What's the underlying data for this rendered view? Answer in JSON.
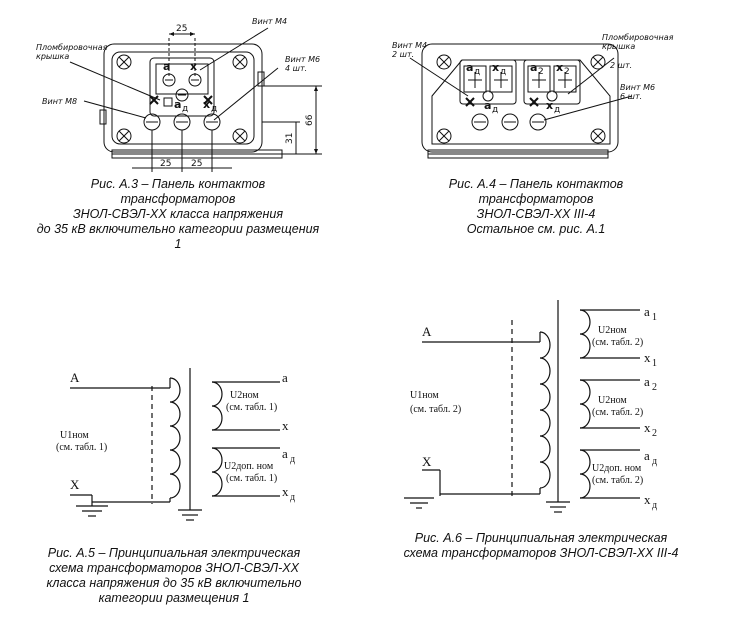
{
  "fig_a3": {
    "labels": {
      "plomb": [
        "Пломбировочная",
        "крышка"
      ],
      "screw_m4": "Винт М4",
      "screw_m6": [
        "Винт М6",
        "4 шт."
      ],
      "screw_m8": "Винт М8"
    },
    "dims": {
      "top": "25",
      "bottom_left": "25",
      "bottom_right": "25",
      "right_31": "31",
      "right_66": "66"
    },
    "terminals": {
      "a": "а",
      "x": "х",
      "aa": "а",
      "aa_sub": "д",
      "xa": "х",
      "xa_sub": "д"
    },
    "caption": [
      "Рис. А.3 – Панель контактов",
      "трансформаторов",
      "ЗНОЛ-СВЭЛ-XX класса напряжения",
      "до 35 кВ включительно категории размещения",
      "1"
    ]
  },
  "fig_a4": {
    "labels": {
      "screw_m4": [
        "Винт М4",
        "2 шт."
      ],
      "plomb": [
        "Пломбировочная",
        "крышка"
      ],
      "plomb_qty": "2 шт.",
      "screw_m6": [
        "Винт М6",
        "6 шт."
      ]
    },
    "terminals": {
      "a_d": "а",
      "a_d_sub": "д",
      "x_d": "х",
      "x_d_sub": "д",
      "a2": "а",
      "a2_sub": "2",
      "x2": "х",
      "x2_sub": "2",
      "a": "а",
      "a_sub": "д",
      "x": "х",
      "x_sub": "д"
    },
    "caption": [
      "Рис. А.4 – Панель контактов",
      "трансформаторов",
      "ЗНОЛ-СВЭЛ-XX III-4",
      "Остальное см. рис. А.1"
    ]
  },
  "fig_a5": {
    "primary": {
      "top": "A",
      "bottom": "X",
      "label": "U1ном",
      "ref": "(см. табл. 1)"
    },
    "secondary1": {
      "top": "a",
      "bottom": "x",
      "label": "U2ном",
      "ref": "(см. табл. 1)"
    },
    "secondary2": {
      "top": "a",
      "top_sub": "д",
      "bottom": "x",
      "bottom_sub": "д",
      "label": "U2доп. ном",
      "ref": "(см. табл. 1)"
    },
    "caption": [
      "Рис. А.5 – Принципиальная электрическая",
      "схема трансформаторов ЗНОЛ-СВЭЛ-XX",
      "класса напряжения до 35 кВ включительно",
      "категории размещения 1"
    ]
  },
  "fig_a6": {
    "primary": {
      "top": "A",
      "bottom": "X",
      "label": "U1ном",
      "ref": "(см. табл. 2)"
    },
    "secondary1": {
      "top": "a",
      "top_sub": "1",
      "bottom": "x",
      "bottom_sub": "1",
      "label": "U2ном",
      "ref": "(см. табл. 2)"
    },
    "secondary2": {
      "top": "a",
      "top_sub": "2",
      "bottom": "x",
      "bottom_sub": "2",
      "label": "U2ном",
      "ref": "(см. табл. 2)"
    },
    "secondary3": {
      "top": "a",
      "top_sub": "д",
      "bottom": "x",
      "bottom_sub": "д",
      "label": "U2доп. ном",
      "ref": "(см. табл. 2)"
    },
    "caption": [
      "Рис. А.6 – Принципиальная электрическая",
      "схема трансформаторов ЗНОЛ-СВЭЛ-XX III-4"
    ]
  }
}
